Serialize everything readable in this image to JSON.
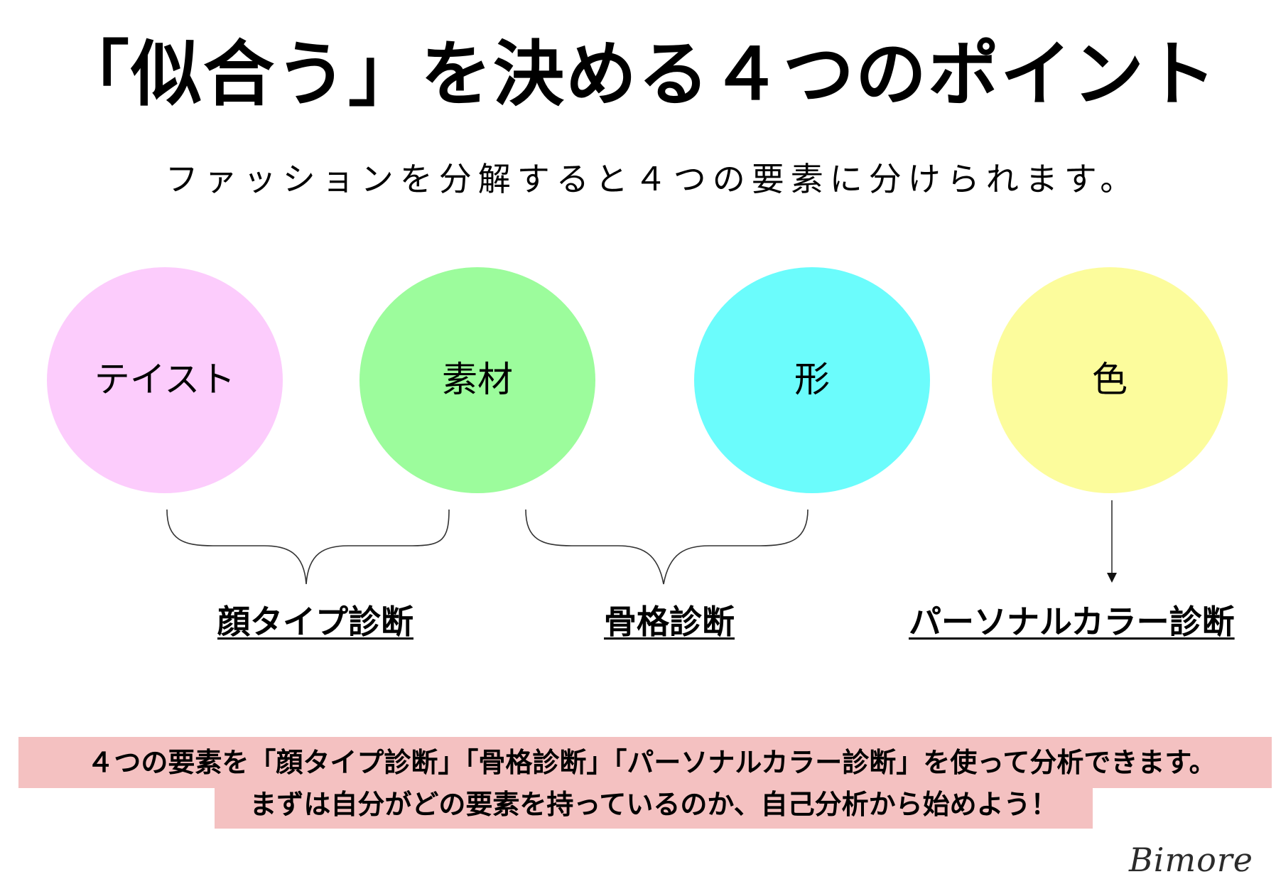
{
  "page": {
    "title": "「似合う」を決める４つのポイント",
    "subtitle": "ファッションを分解すると４つの要素に分けられます。"
  },
  "elements": [
    {
      "label": "テイスト",
      "color": "#fcccfc"
    },
    {
      "label": "素材",
      "color": "#9cfc9c"
    },
    {
      "label": "形",
      "color": "#6bfcfc"
    },
    {
      "label": "色",
      "color": "#fcfc9c"
    }
  ],
  "diagnoses": {
    "face_type": "顔タイプ診断",
    "skeleton": "骨格診断",
    "personal_color": "パーソナルカラー診断"
  },
  "note": {
    "line1": "４つの要素を「顔タイプ診断」「骨格診断」「パーソナルカラー診断」を使って分析できます。",
    "line2": "まずは自分がどの要素を持っているのか、自己分析から始めよう！",
    "background": "#f4c1c1"
  },
  "brand": "Bimore"
}
